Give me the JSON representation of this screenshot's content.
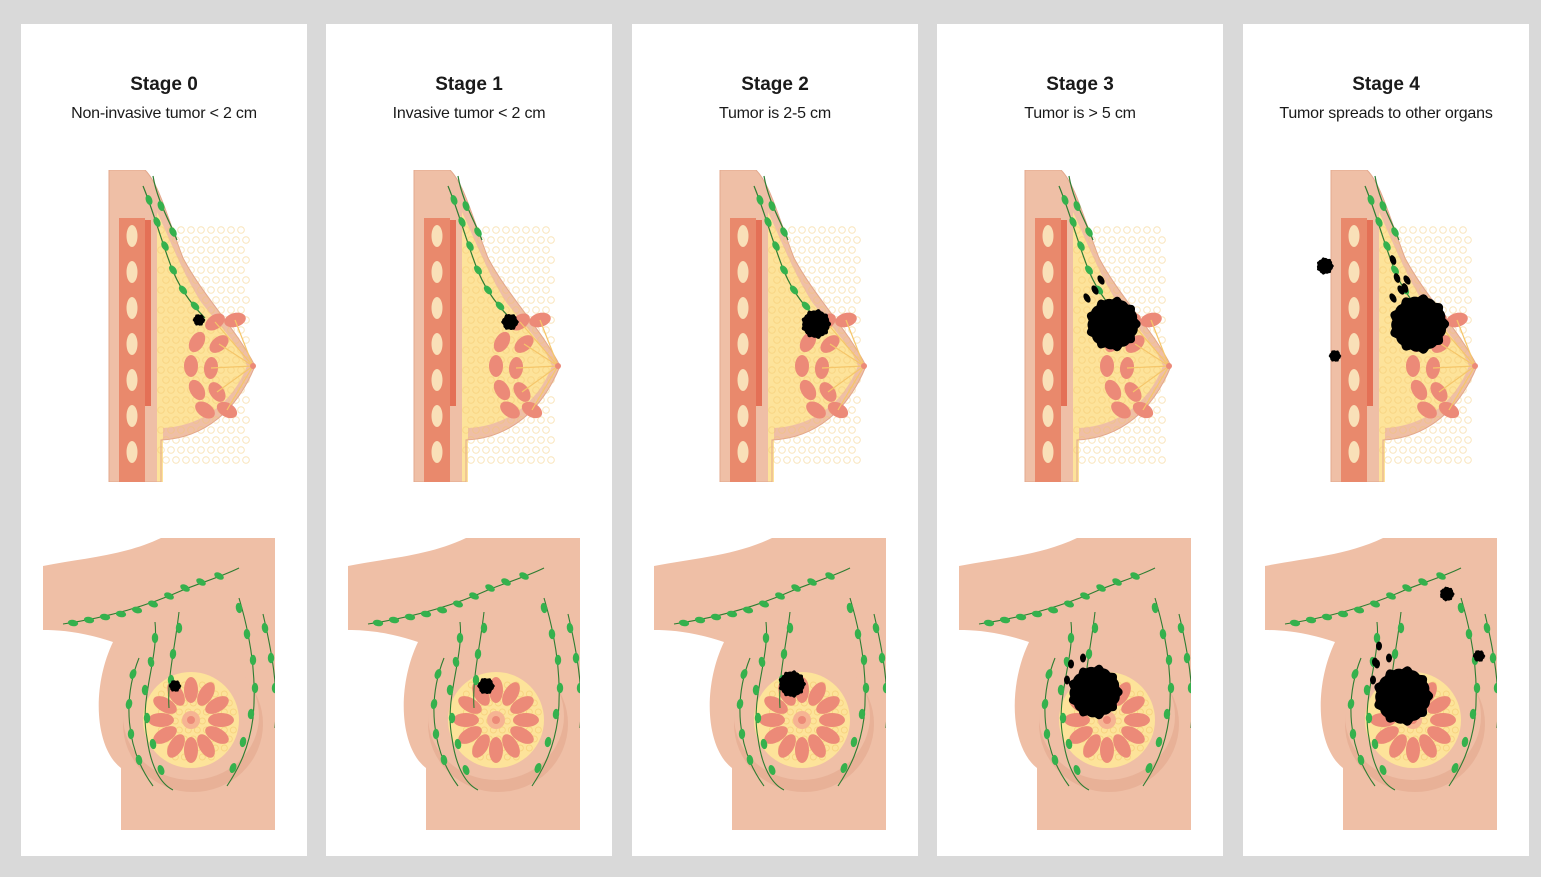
{
  "stages": [
    {
      "title": "Stage 0",
      "subtitle": "Non-invasive tumor < 2 cm",
      "tumor_level": 0
    },
    {
      "title": "Stage 1",
      "subtitle": "Invasive tumor < 2 cm",
      "tumor_level": 1
    },
    {
      "title": "Stage 2",
      "subtitle": "Tumor is 2-5 cm",
      "tumor_level": 2
    },
    {
      "title": "Stage 3",
      "subtitle": "Tumor is > 5 cm",
      "tumor_level": 3
    },
    {
      "title": "Stage 4",
      "subtitle": "Tumor spreads to other organs",
      "tumor_level": 4
    }
  ],
  "colors": {
    "background": "#d9d9d9",
    "panel": "#ffffff",
    "skin": "#efbfa6",
    "skin_dark": "#e3a88d",
    "fat": "#fde39a",
    "rib": "#e9896c",
    "lobule": "#ec8a78",
    "lymph_node": "#35b14d",
    "lymph_vessel": "#2e7d32",
    "tumor": "#000000"
  }
}
